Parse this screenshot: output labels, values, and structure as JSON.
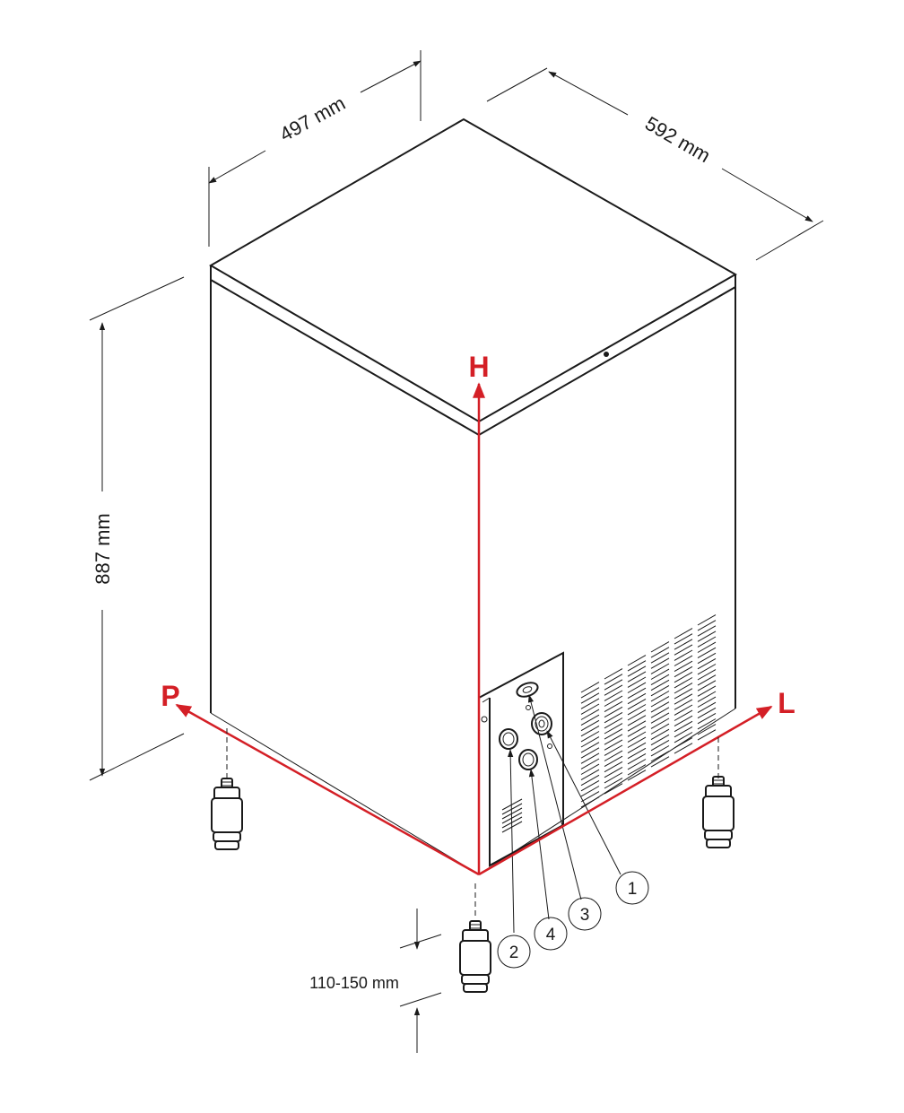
{
  "dimensions": {
    "width": "497 mm",
    "depth": "592 mm",
    "height": "887 mm",
    "feet": "110-150 mm"
  },
  "axes": {
    "height": "H",
    "depth": "P",
    "length": "L"
  },
  "callouts": [
    "1",
    "2",
    "3",
    "4"
  ],
  "colors": {
    "line": "#1a1a1a",
    "axis": "#d41f26"
  }
}
